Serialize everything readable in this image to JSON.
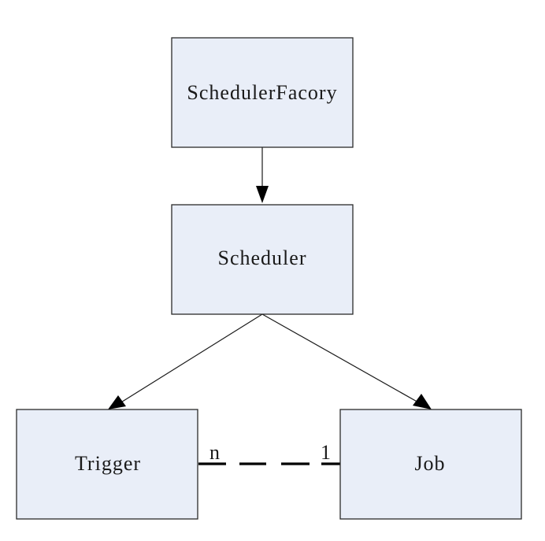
{
  "nodes": {
    "factory": "SchedulerFacory",
    "scheduler": "Scheduler",
    "trigger": "Trigger",
    "job": "Job"
  },
  "association": {
    "trigger_multiplicity": "n",
    "job_multiplicity": "1"
  },
  "colors": {
    "node_fill": "#e9eef8",
    "node_border": "#2b2b2b",
    "line": "#000000"
  }
}
